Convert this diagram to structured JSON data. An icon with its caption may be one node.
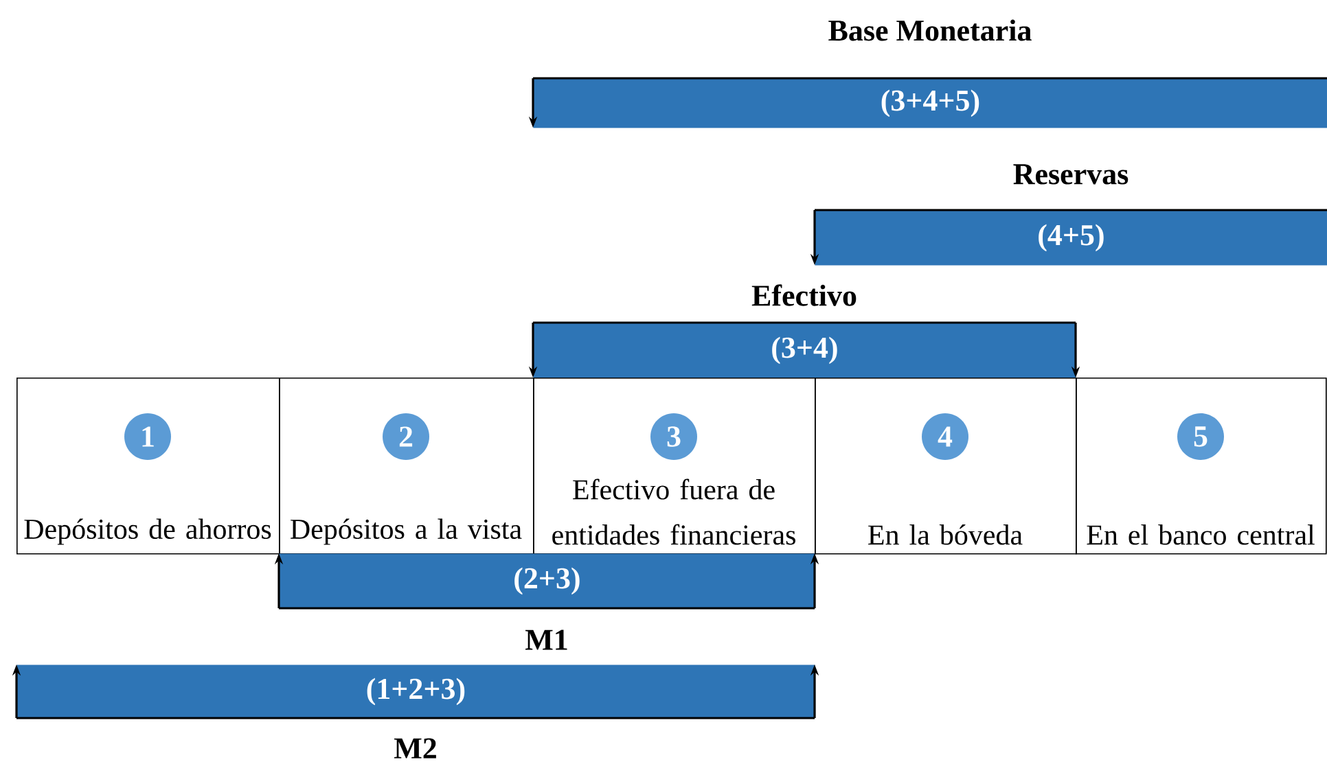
{
  "diagram": {
    "nodes": [
      {
        "text": [
          "(3+4+5)"
        ],
        "beside": [
          "Base Monetaria"
        ]
      },
      {
        "text": [
          "(4+5)"
        ],
        "beside": [
          "Reservas"
        ]
      },
      {
        "text": [
          "(3+4)"
        ],
        "beside": [
          "Efectivo"
        ]
      },
      {
        "text": [
          "Depósitos de ahorros"
        ]
      },
      {
        "text": [
          "1"
        ],
        "in": 3
      },
      {
        "text": [
          "Depósitos a la vista"
        ]
      },
      {
        "text": [
          "2"
        ],
        "in": 5
      },
      {
        "text": [
          "Efectivo fuera de entidades financieras"
        ]
      },
      {
        "text": [
          "3"
        ],
        "in": 7
      },
      {
        "text": [
          "En la bóveda"
        ]
      },
      {
        "text": [
          "4"
        ],
        "in": 9
      },
      {
        "text": [
          "En el banco central"
        ]
      },
      {
        "text": [
          "5"
        ],
        "in": 11
      },
      {
        "text": [
          "(2+3)"
        ],
        "beside": [
          "M1"
        ]
      },
      {
        "text": [
          "(1+2+3)"
        ],
        "beside": [
          "M2"
        ]
      }
    ]
  }
}
